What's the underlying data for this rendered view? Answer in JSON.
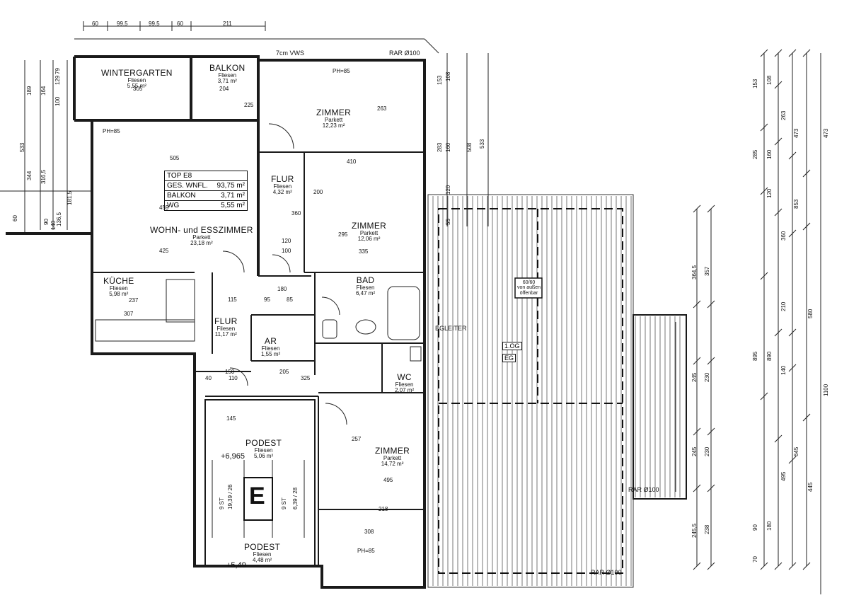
{
  "top_dims": [
    "60",
    "99,5",
    "99,5",
    "60",
    "211"
  ],
  "labels": {
    "vws": "7cm VWS",
    "rar_top": "RAR Ø100",
    "rar_bottom": "RAR Ø100",
    "rar_right": "RAR Ø100",
    "ph85": "PH=85",
    "vent": "60/60\nvon außen\nöffenbar",
    "log": "1.OG",
    "eg": "EG",
    "gleiter": "EGLEITER",
    "stair_e": "E",
    "level1": "+6,965",
    "level2": "+5,49",
    "stair_count1": "9 ST",
    "stair_count2": "9 ST",
    "stair_rise": "19,39 / 26",
    "stair_rise2": "6,39 / 28"
  },
  "rooms": [
    {
      "id": "wintergarten",
      "name": "WINTERGARTEN",
      "floor": "Fliesen",
      "area": "5,55 m²"
    },
    {
      "id": "balkon",
      "name": "BALKON",
      "floor": "Fliesen",
      "area": "3,71 m²"
    },
    {
      "id": "zimmer1",
      "name": "ZIMMER",
      "floor": "Parkett",
      "area": "12,23 m²"
    },
    {
      "id": "flur1",
      "name": "FLUR",
      "floor": "Fliesen",
      "area": "4,32 m²"
    },
    {
      "id": "zimmer2",
      "name": "ZIMMER",
      "floor": "Parkett",
      "area": "12,06 m²"
    },
    {
      "id": "wohn",
      "name": "WOHN- und ESSZIMMER",
      "floor": "Parkett",
      "area": "23,18 m²"
    },
    {
      "id": "kueche",
      "name": "KÜCHE",
      "floor": "Fliesen",
      "area": "5,98 m²"
    },
    {
      "id": "bad",
      "name": "BAD",
      "floor": "Fliesen",
      "area": "6,47 m²"
    },
    {
      "id": "flur2",
      "name": "FLUR",
      "floor": "Fliesen",
      "area": "11,17 m²"
    },
    {
      "id": "ar",
      "name": "AR",
      "floor": "Fliesen",
      "area": "1,55 m²"
    },
    {
      "id": "wc",
      "name": "WC",
      "floor": "Fliesen",
      "area": "2,07 m²"
    },
    {
      "id": "zimmer3",
      "name": "ZIMMER",
      "floor": "Parkett",
      "area": "14,72 m²"
    },
    {
      "id": "podest1",
      "name": "PODEST",
      "floor": "Fliesen",
      "area": "5,06 m²"
    },
    {
      "id": "podest2",
      "name": "PODEST",
      "floor": "Fliesen",
      "area": "4,48 m²"
    }
  ],
  "summary": {
    "title": "TOP E8",
    "rows": [
      {
        "k": "GES. WNFL.",
        "v": "93,75 m²"
      },
      {
        "k": "BALKON",
        "v": "3,71 m²"
      },
      {
        "k": "WG",
        "v": "5,55 m²"
      }
    ]
  },
  "inner_dims": {
    "d505": "505",
    "d459": "459",
    "d425": "425",
    "d237": "237",
    "d307": "307",
    "d410": "410",
    "d263": "263",
    "d360": "360",
    "d295": "295",
    "d335": "335",
    "d120": "120",
    "d100": "100",
    "d180": "180",
    "d95": "95",
    "d85": "85",
    "d115": "115",
    "d205": "205",
    "d325": "325",
    "d150": "150",
    "d110": "110",
    "d40": "40",
    "d218": "218",
    "d308": "308",
    "d495": "495",
    "d257": "257",
    "d305": "305",
    "d204": "204",
    "d225": "225",
    "d200": "200",
    "d145": "145"
  },
  "left_dims": [
    "189",
    "164",
    "129",
    "100",
    "79",
    "533",
    "344",
    "316,5",
    "181,5",
    "60",
    "140",
    "90",
    "136,5"
  ],
  "right_dims_a": [
    "153",
    "108",
    "283",
    "160",
    "120",
    "55",
    "508",
    "533"
  ],
  "right_dims_b": [
    "364,5",
    "357",
    "245",
    "230",
    "245",
    "230",
    "245,5",
    "238"
  ],
  "right_dims_c": [
    "153",
    "108",
    "263",
    "285",
    "160",
    "120",
    "360",
    "210",
    "140",
    "895",
    "890",
    "495",
    "180",
    "90",
    "70",
    "473",
    "853",
    "580",
    "645",
    "445",
    "1100"
  ]
}
